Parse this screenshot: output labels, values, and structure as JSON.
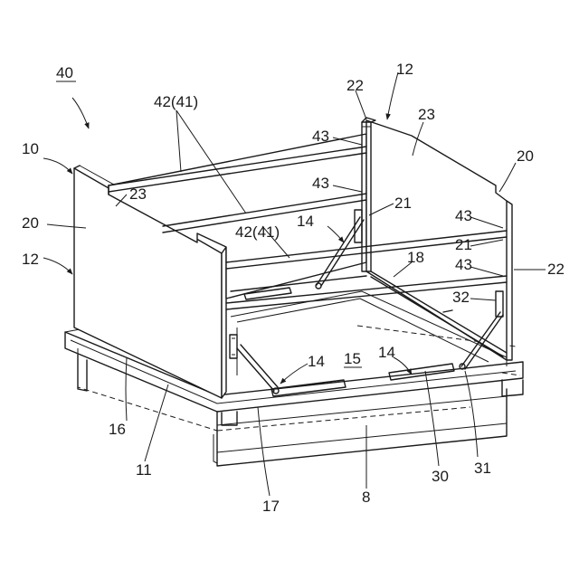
{
  "labels": {
    "l40": "40",
    "l10": "10",
    "l20a": "20",
    "l12a": "12",
    "l42a": "42(41)",
    "l23a": "23",
    "l42b": "42(41)",
    "l14a": "14",
    "l22a": "22",
    "l12b": "12",
    "l23b": "23",
    "l43a": "43",
    "l43b": "43",
    "l21a": "21",
    "l20b": "20",
    "l43c": "43",
    "l21b": "21",
    "l43d": "43",
    "l22b": "22",
    "l18": "18",
    "l32": "32",
    "l14b": "14",
    "l15": "15",
    "l14c": "14",
    "l16": "16",
    "l11": "11",
    "l17": "17",
    "l8": "8",
    "l30": "30",
    "l31": "31"
  }
}
